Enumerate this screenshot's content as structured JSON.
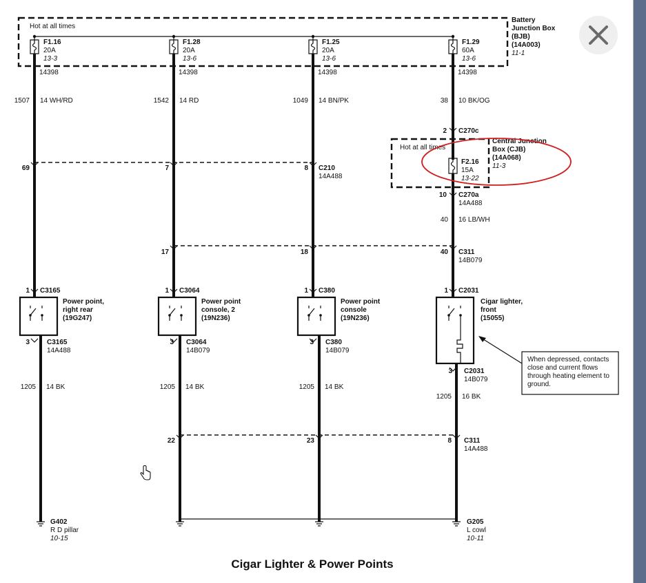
{
  "diagram_title": "Cigar Lighter & Power Points",
  "colors": {
    "annotation_ellipse": "#d02020",
    "scroll_strip": "#5b6d8a",
    "close_button_bg": "#efefef"
  },
  "icons": {
    "close": "close-icon",
    "cursor": "hand-pointer-icon"
  },
  "bjb": {
    "hot_label": "Hot at all times",
    "name": [
      "Battery",
      "Junction Box",
      "(BJB)",
      "(14A003)"
    ],
    "ref": "11-1"
  },
  "cjb": {
    "hot_label": "Hot at all times",
    "name": [
      "Central Junction",
      "Box (CJB)",
      "(14A068)"
    ],
    "ref": "11-3",
    "fuse": {
      "id": "F2.16",
      "amps": "15A",
      "ref": "13-22"
    }
  },
  "fuses": [
    {
      "id": "F1.16",
      "amps": "20A",
      "ref": "13-3",
      "harness": "14398"
    },
    {
      "id": "F1.28",
      "amps": "20A",
      "ref": "13-6",
      "harness": "14398"
    },
    {
      "id": "F1.25",
      "amps": "20A",
      "ref": "13-6",
      "harness": "14398"
    },
    {
      "id": "F1.29",
      "amps": "60A",
      "ref": "13-6",
      "harness": "14398"
    }
  ],
  "wires": [
    {
      "circuit": "1507",
      "spec": "14 WH/RD"
    },
    {
      "circuit": "1542",
      "spec": "14 RD"
    },
    {
      "circuit": "1049",
      "spec": "14 BN/PK"
    },
    {
      "circuit": "38",
      "spec": "10 BK/OG"
    }
  ],
  "c270c": {
    "pin": "2",
    "name": "C270c"
  },
  "c270a": {
    "pin": "10",
    "name": "C270a",
    "harness": "14A488"
  },
  "c270a_wire": {
    "circuit": "40",
    "spec": "16 LB/WH"
  },
  "c210": {
    "pins": [
      "69",
      "7",
      "8"
    ],
    "name": "C210",
    "harness": "14A488"
  },
  "c311_top": {
    "pins": [
      "17",
      "18",
      "40"
    ],
    "name": "C311",
    "harness": "14B079"
  },
  "devices": [
    {
      "top_pin": "1",
      "top_conn": "C3165",
      "name": [
        "Power point,",
        "right rear",
        "(19G247)"
      ],
      "bot_pin": "3",
      "bot_conn": "C3165",
      "bot_harness": "14A488"
    },
    {
      "top_pin": "1",
      "top_conn": "C3064",
      "name": [
        "Power point",
        "console, 2",
        "(19N236)"
      ],
      "bot_pin": "3",
      "bot_conn": "C3064",
      "bot_harness": "14B079"
    },
    {
      "top_pin": "1",
      "top_conn": "C380",
      "name": [
        "Power point",
        "console",
        "(19N236)"
      ],
      "bot_pin": "3",
      "bot_conn": "C380",
      "bot_harness": "14B079"
    },
    {
      "top_pin": "1",
      "top_conn": "C2031",
      "name": [
        "Cigar lighter,",
        "front",
        "(15055)"
      ],
      "bot_pin": "3",
      "bot_conn": "C2031",
      "bot_harness": "14B079"
    }
  ],
  "ground_wires": [
    {
      "circuit": "1205",
      "spec": "14 BK"
    },
    {
      "circuit": "1205",
      "spec": "14 BK"
    },
    {
      "circuit": "1205",
      "spec": "14 BK"
    },
    {
      "circuit": "1205",
      "spec": "16 BK"
    }
  ],
  "c311_bottom": {
    "pins": [
      "22",
      "23",
      "8"
    ],
    "name": "C311",
    "harness": "14A488"
  },
  "grounds": [
    {
      "id": "G402",
      "location": "R D pillar",
      "ref": "10-15"
    },
    {
      "id": "G205",
      "location": "L cowl",
      "ref": "10-11"
    }
  ],
  "note": [
    "When depressed, contacts",
    "close and current flows",
    "through heating element to",
    "ground."
  ]
}
